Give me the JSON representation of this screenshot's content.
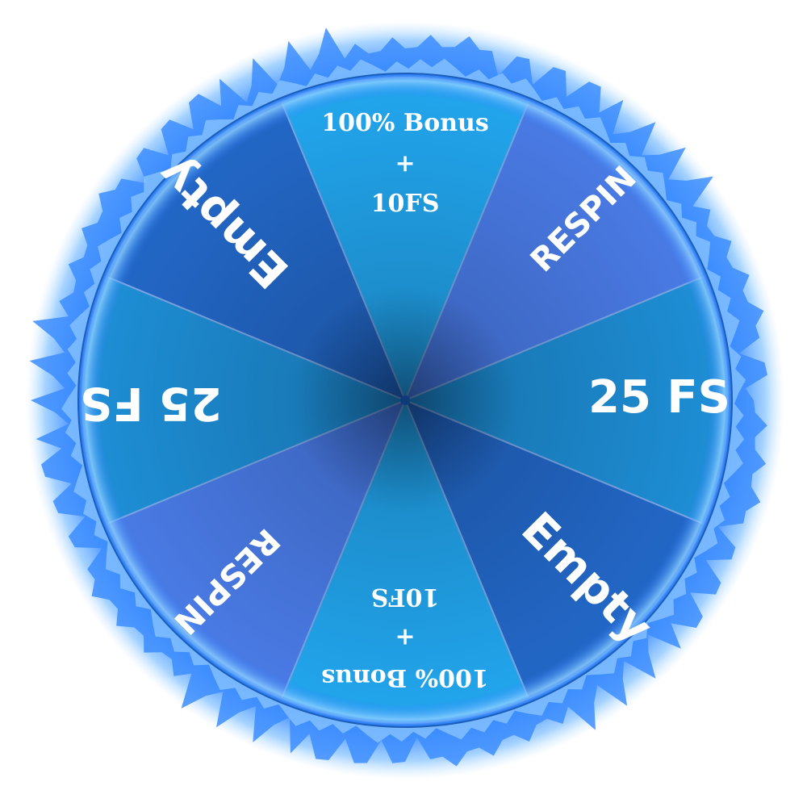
{
  "wheel": {
    "segments": [
      {
        "id": "top",
        "lines": [
          "100% Bonus",
          "+",
          "10FS"
        ],
        "color": "#22a6ee",
        "style": "serif"
      },
      {
        "id": "upper-right",
        "lines": [
          "RESPIN"
        ],
        "color": "#4a7be6",
        "style": "sans"
      },
      {
        "id": "right",
        "lines": [
          "25 FS"
        ],
        "color": "#1e8fd6",
        "style": "sans"
      },
      {
        "id": "lower-right",
        "lines": [
          "Empty"
        ],
        "color": "#2368c8",
        "style": "sans"
      },
      {
        "id": "bottom",
        "lines": [
          "100% Bonus",
          "+",
          "10FS"
        ],
        "color": "#22a6ee",
        "style": "serif"
      },
      {
        "id": "lower-left",
        "lines": [
          "RESPIN"
        ],
        "color": "#4a7be6",
        "style": "sans"
      },
      {
        "id": "left",
        "lines": [
          "25 FS"
        ],
        "color": "#1e8fd6",
        "style": "sans"
      },
      {
        "id": "upper-left",
        "lines": [
          "Empty"
        ],
        "color": "#2368c8",
        "style": "sans"
      }
    ],
    "colors": {
      "flame": "#3d8dff",
      "flame_light": "#9fd4ff",
      "rim": "#1b5fb8",
      "divider": "#7aa7e8",
      "hub": "#0d3a78"
    }
  }
}
